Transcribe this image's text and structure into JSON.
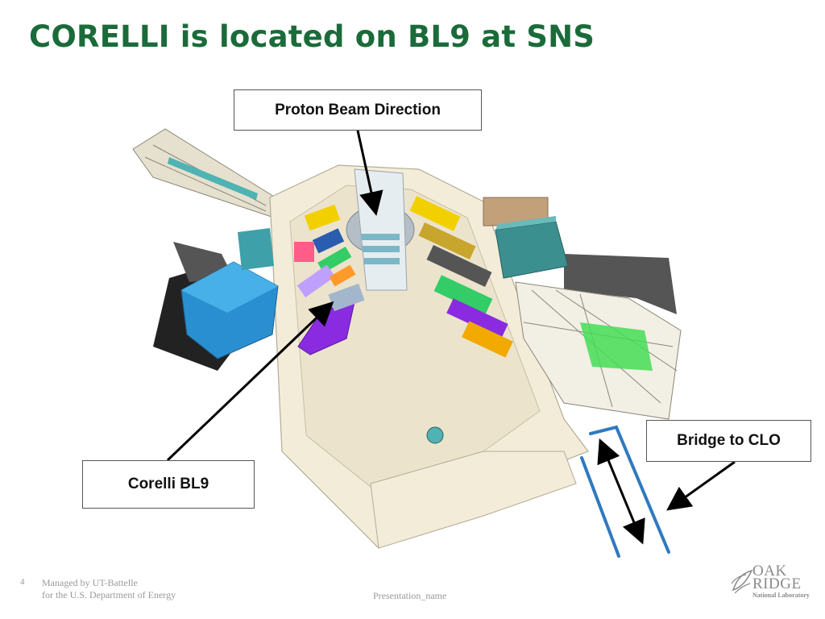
{
  "slide": {
    "title": "CORELLI is located on BL9 at SNS",
    "slide_number": "4",
    "footer_line1": "Managed by UT-Battelle",
    "footer_line2": "for the U.S. Department of Energy",
    "presentation_name": "Presentation_name"
  },
  "labels": {
    "proton_beam": "Proton Beam Direction",
    "corelli": "Corelli BL9",
    "bridge": "Bridge to CLO"
  },
  "logo": {
    "line1": "OAK",
    "line2": "RIDGE",
    "line3": "National Laboratory"
  },
  "colors": {
    "title": "#1b6b3a",
    "bridge_lines": "#2f79bf",
    "arrows": "#000000",
    "building": "#f3ecd8",
    "corelli_highlight": "#8a2be2"
  }
}
